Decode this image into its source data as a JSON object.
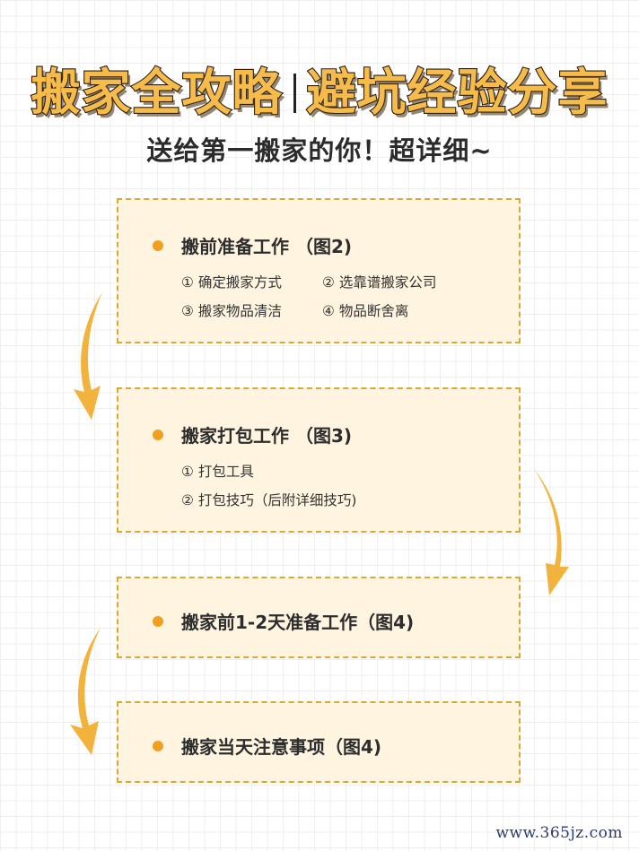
{
  "title": {
    "left": "搬家全攻略",
    "right": "避坑经验分享"
  },
  "subtitle": "送给第一搬家的你！超详细~",
  "colors": {
    "title_fill": "#F5BC4C",
    "title_stroke": "#2a1c0c",
    "card_bg": "#FFF4E0",
    "card_border": "#D7A935",
    "bullet": "#F0A020",
    "arrow": "#F2B33D"
  },
  "cards": [
    {
      "heading": "搬前准备工作 （图2)",
      "items": [
        "① 确定搬家方式",
        "② 选靠谱搬家公司",
        "③ 搬家物品清洁",
        "④ 物品断舍离"
      ]
    },
    {
      "heading": "搬家打包工作 （图3)",
      "items": [
        "① 打包工具",
        "② 打包技巧（后附详细技巧)"
      ]
    },
    {
      "heading": "搬家前1-2天准备工作（图4)",
      "items": []
    },
    {
      "heading": "搬家当天注意事项（图4)",
      "items": []
    }
  ],
  "watermark": "www.365jz.com"
}
